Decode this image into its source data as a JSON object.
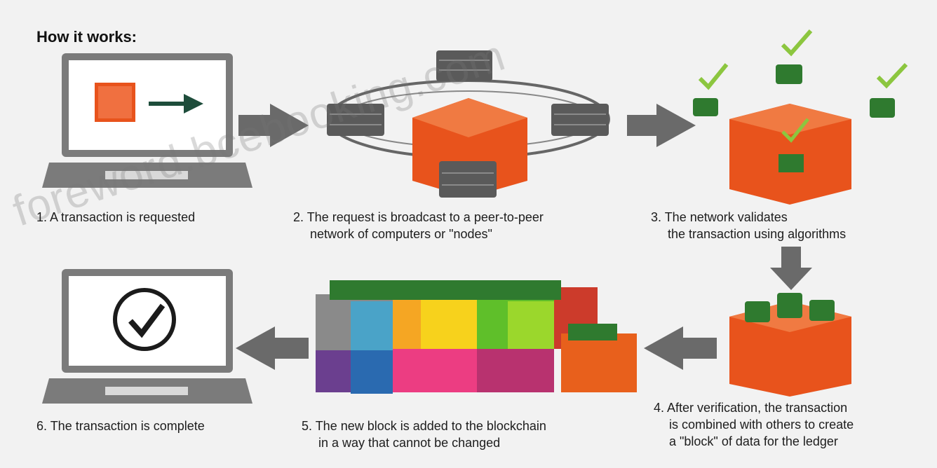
{
  "heading": "How it works:",
  "steps": [
    {
      "lines": [
        "1. A transaction is requested"
      ]
    },
    {
      "lines": [
        "2. The request is broadcast to a peer-to-peer",
        "network of computers or \"nodes\""
      ]
    },
    {
      "lines": [
        "3. The network validates",
        "the transaction using algorithms"
      ]
    },
    {
      "lines": [
        "4. After verification, the transaction",
        "is combined with others to create",
        "a \"block\" of data for the ledger"
      ]
    },
    {
      "lines": [
        "5. The new block is added to the blockchain",
        "in a way that cannot be changed"
      ]
    },
    {
      "lines": [
        "6. The transaction is complete"
      ]
    }
  ],
  "watermark": "foreword.bcebooking.com",
  "colors": {
    "block_orange": "#e8531c",
    "node_gray": "#5a5a5a",
    "node_green": "#2f7a2f",
    "arrow_gray": "#6a6a6a",
    "check_green": "#8cc63f",
    "laptop_gray": "#7b7b7b"
  },
  "icons": [
    "laptop-icon",
    "transaction-square-icon",
    "arrow-icon",
    "server-node-icon",
    "check-icon",
    "blockchain-block-icon",
    "checkmark-circle-icon"
  ]
}
